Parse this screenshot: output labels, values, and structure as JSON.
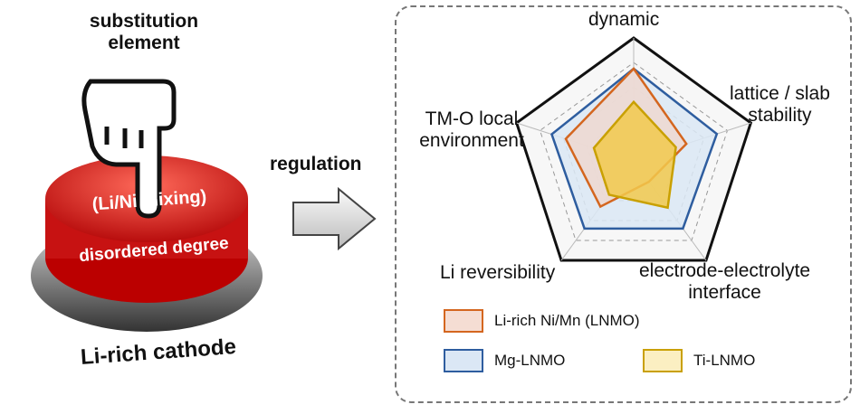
{
  "left": {
    "top_label": "substitution element",
    "button_top": "(Li/Ni mixing)",
    "button_bottom": "disordered degree",
    "caption": "Li-rich cathode"
  },
  "arrow_label": "regulation",
  "chart_data": {
    "type": "radar",
    "axes": [
      "dynamic",
      "lattice / slab stability",
      "electrode-electrolyte interface",
      "Li reversibility",
      "TM-O local environment"
    ],
    "range": [
      0,
      1
    ],
    "grid_levels": [
      0.2,
      0.4,
      0.6,
      0.8,
      1.0
    ],
    "series": [
      {
        "name": "Mg-LNMO",
        "values": [
          0.75,
          0.71,
          0.68,
          0.68,
          0.7
        ],
        "stroke": "#2e5d9f",
        "fill": "#dbe7f5"
      },
      {
        "name": "Li-rich Ni/Mn (LNMO)",
        "values": [
          0.75,
          0.45,
          0.21,
          0.46,
          0.58
        ],
        "stroke": "#d4661f",
        "fill": "#efd8d0"
      },
      {
        "name": "Ti-LNMO",
        "values": [
          0.48,
          0.36,
          0.47,
          0.34,
          0.34
        ],
        "stroke": "#c9a000",
        "fill": "#f2c94c"
      }
    ]
  },
  "labels": {
    "dynamic": "dynamic",
    "lattice1": "lattice / slab",
    "lattice2": "stability",
    "interface1": "electrode-electrolyte",
    "interface2": "interface",
    "li": "Li reversibility",
    "tmo1": "TM-O local",
    "tmo2": "environment"
  },
  "legend": [
    "Li-rich Ni/Mn (LNMO)",
    "Mg-LNMO",
    "Ti-LNMO"
  ]
}
